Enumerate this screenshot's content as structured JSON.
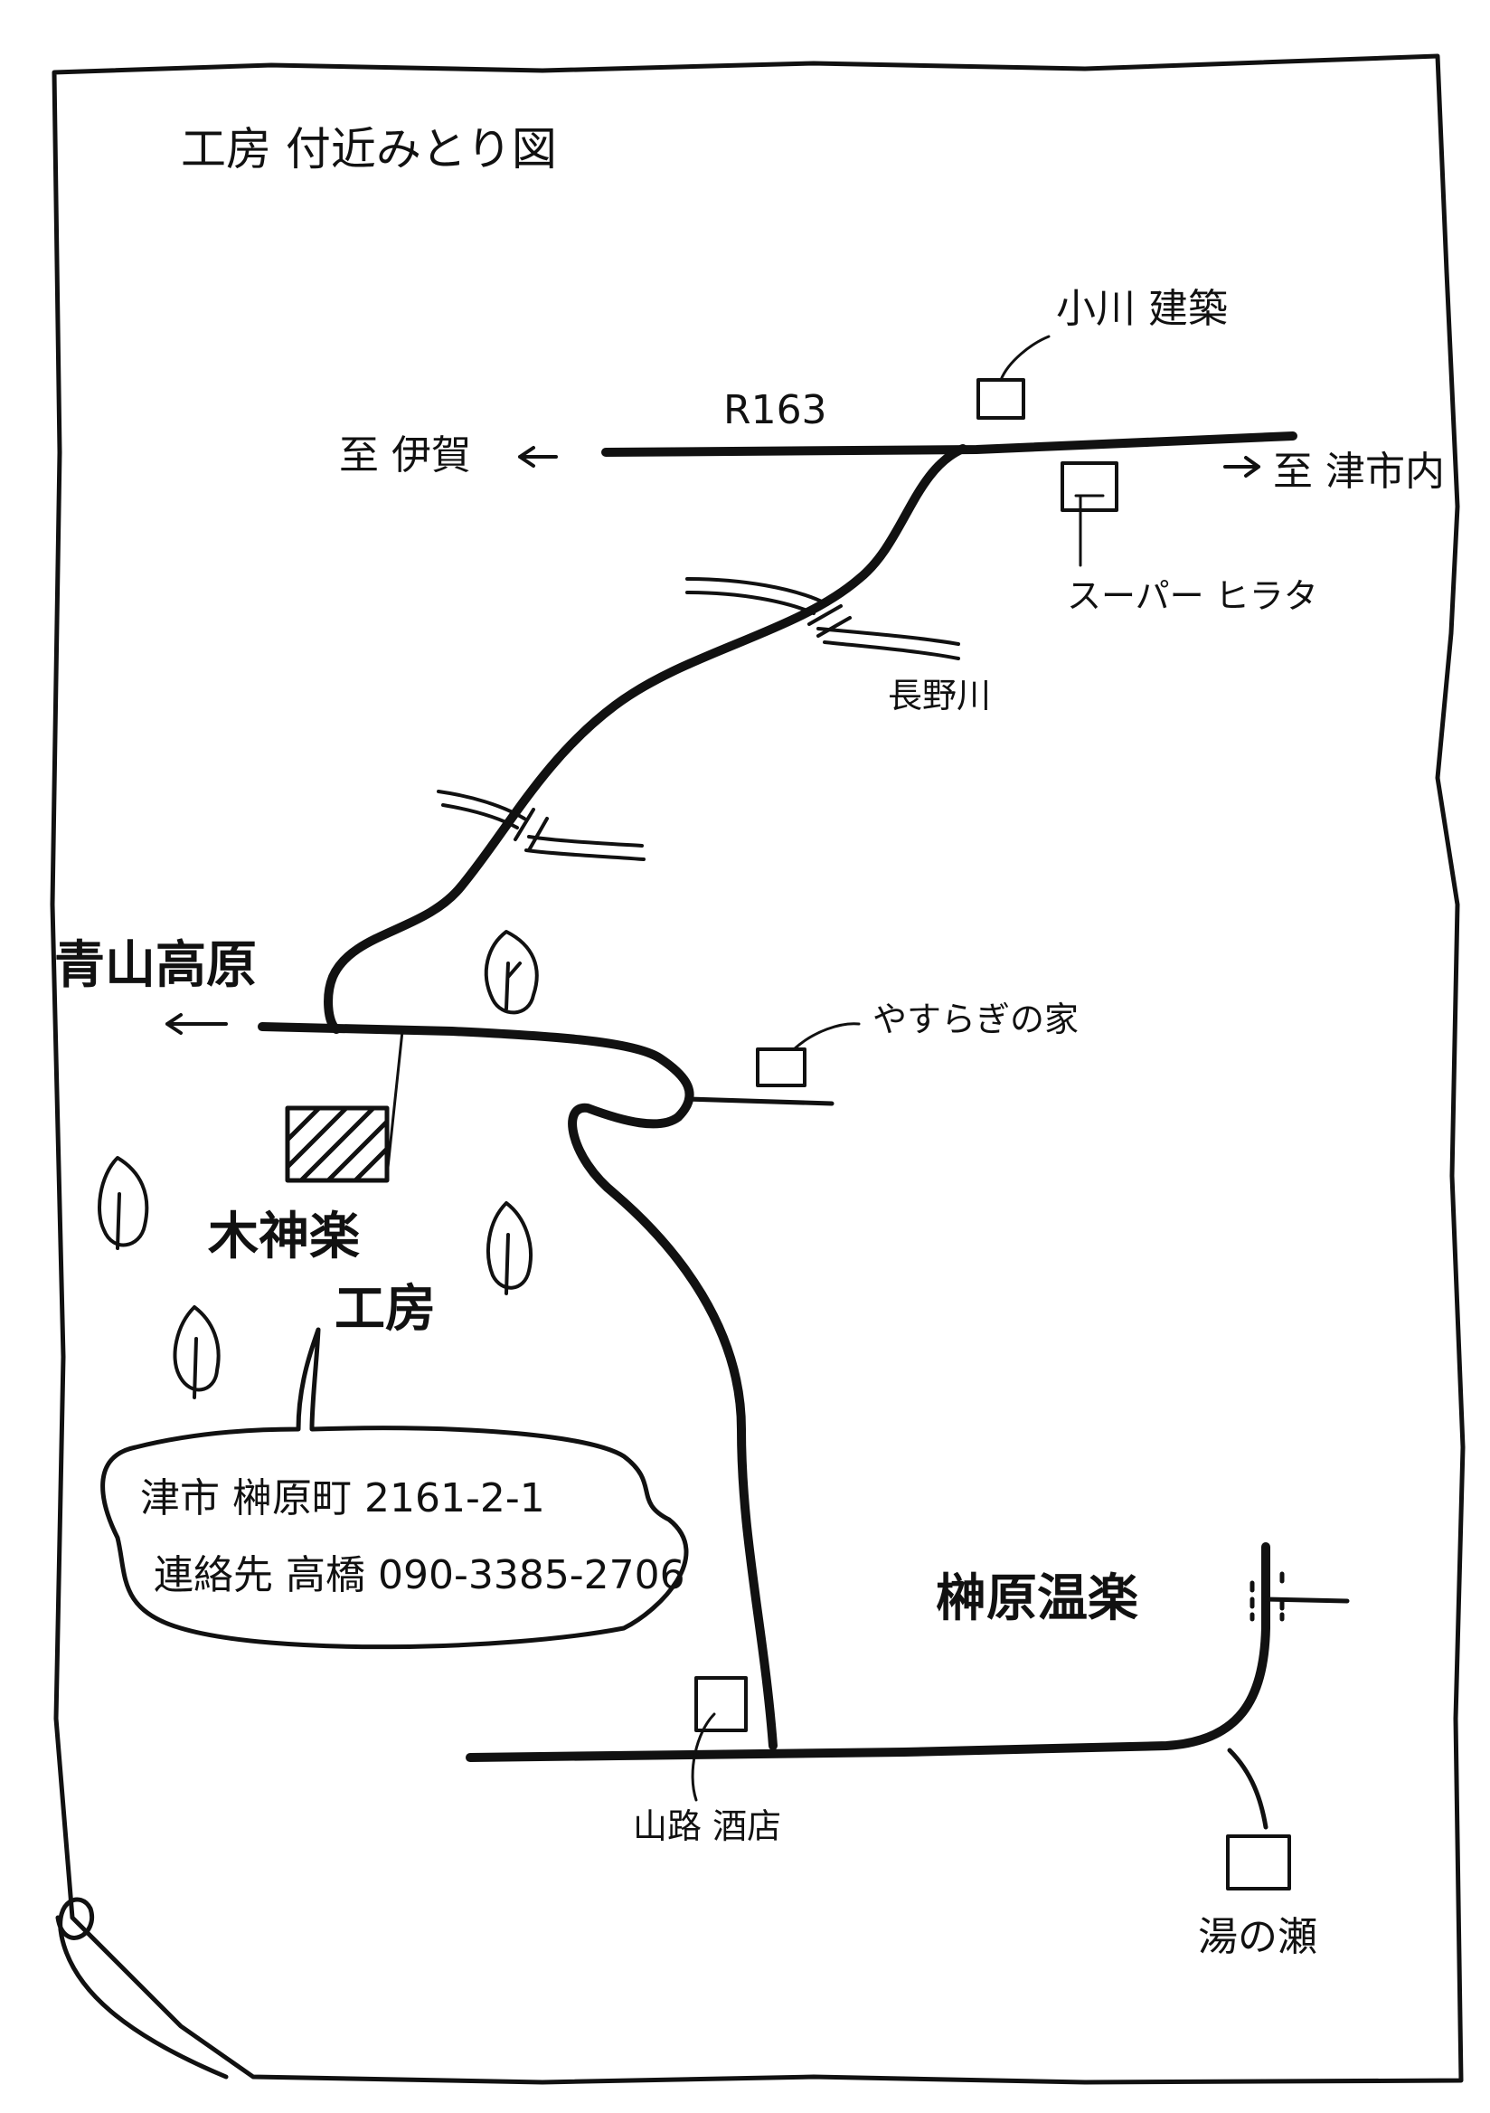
{
  "title": "工房 付近みとり図",
  "roads": {
    "route": "R163",
    "to_iga": "至 伊賀",
    "to_tsu": "至 津市内",
    "aoyama": "青山高原"
  },
  "places": {
    "ogawa": "小川 建築",
    "super": "スーパー ヒラタ",
    "river": "長野川",
    "yasuragi": "やすらぎの家",
    "studio_line1": "木神楽",
    "studio_line2": "工房",
    "onraku": "榊原温楽",
    "sakaten": "山路 酒店",
    "yunose": "湯の瀬"
  },
  "info": {
    "address": "津市 榊原町 2161-2-1",
    "contact": "連絡先  高橋 090-3385-2706"
  },
  "colors": {
    "ink": "#111111",
    "paper": "#ffffff"
  },
  "icons": [
    "arrow-left-icon",
    "arrow-right-icon",
    "tree-icon",
    "onsen-icon",
    "building-icon",
    "bridge-icon",
    "page-curl-icon"
  ]
}
